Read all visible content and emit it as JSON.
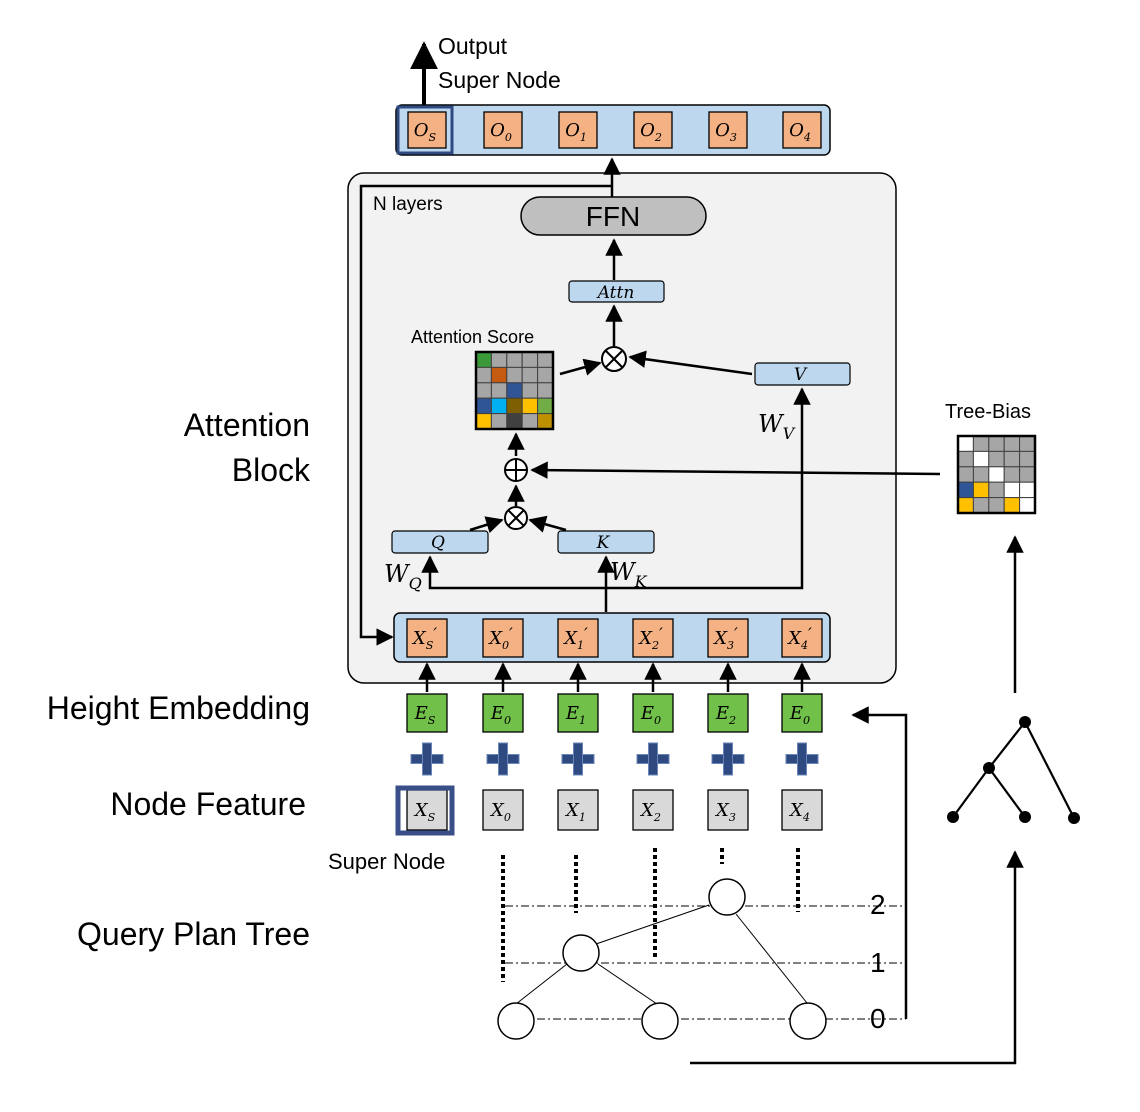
{
  "labels": {
    "output": "Output",
    "super_node_top": "Super Node",
    "n_layers": "N layers",
    "ffn": "FFN",
    "attn": "Attn",
    "attention_score": "Attention Score",
    "v": "V",
    "wv": "W",
    "wv_sub": "V",
    "tree_bias": "Tree-Bias",
    "q": "Q",
    "k": "K",
    "wq": "W",
    "wq_sub": "Q",
    "wk": "W",
    "wk_sub": "K",
    "attention_block_1": "Attention",
    "attention_block_2": "Block",
    "height_embedding": "Height Embedding",
    "node_feature": "Node Feature",
    "super_node_bottom": "Super Node",
    "query_plan_tree": "Query Plan Tree",
    "level_2": "2",
    "level_1": "1",
    "level_0": "0"
  },
  "outputs": [
    {
      "main": "O",
      "sub": "S"
    },
    {
      "main": "O",
      "sub": "0"
    },
    {
      "main": "O",
      "sub": "1"
    },
    {
      "main": "O",
      "sub": "2"
    },
    {
      "main": "O",
      "sub": "3"
    },
    {
      "main": "O",
      "sub": "4"
    }
  ],
  "xprime": [
    {
      "main": "X",
      "sub": "S",
      "prime": "′"
    },
    {
      "main": "X",
      "sub": "0",
      "prime": "′"
    },
    {
      "main": "X",
      "sub": "1",
      "prime": "′"
    },
    {
      "main": "X",
      "sub": "2",
      "prime": "′"
    },
    {
      "main": "X",
      "sub": "3",
      "prime": "′"
    },
    {
      "main": "X",
      "sub": "4",
      "prime": "′"
    }
  ],
  "embeddings": [
    {
      "main": "E",
      "sub": "S"
    },
    {
      "main": "E",
      "sub": "0"
    },
    {
      "main": "E",
      "sub": "1"
    },
    {
      "main": "E",
      "sub": "0"
    },
    {
      "main": "E",
      "sub": "2"
    },
    {
      "main": "E",
      "sub": "0"
    }
  ],
  "features": [
    {
      "main": "X",
      "sub": "S"
    },
    {
      "main": "X",
      "sub": "0"
    },
    {
      "main": "X",
      "sub": "1"
    },
    {
      "main": "X",
      "sub": "2"
    },
    {
      "main": "X",
      "sub": "3"
    },
    {
      "main": "X",
      "sub": "4"
    }
  ],
  "colors": {
    "orange": "#f4b183",
    "light_blue": "#bdd7ee",
    "green": "#70c04a",
    "gray_node": "#d9d9d9",
    "panel": "#f2f2f2",
    "ffn": "#bfbfbf",
    "navy": "#2f4a80",
    "super_border": "#3a4f8a"
  },
  "attention_score_grid": [
    [
      "#3a9a3a",
      "#a6a6a6",
      "#a6a6a6",
      "#a6a6a6",
      "#a6a6a6"
    ],
    [
      "#a6a6a6",
      "#c55a11",
      "#a6a6a6",
      "#a6a6a6",
      "#a6a6a6"
    ],
    [
      "#a6a6a6",
      "#a6a6a6",
      "#2f5597",
      "#a6a6a6",
      "#a6a6a6"
    ],
    [
      "#2f5597",
      "#00b0f0",
      "#7f6000",
      "#ffc000",
      "#70ad47"
    ],
    [
      "#ffc000",
      "#a6a6a6",
      "#404040",
      "#a6a6a6",
      "#bf9000"
    ]
  ],
  "tree_bias_grid": [
    [
      "#ffffff",
      "#a6a6a6",
      "#a6a6a6",
      "#a6a6a6",
      "#a6a6a6"
    ],
    [
      "#a6a6a6",
      "#ffffff",
      "#a6a6a6",
      "#a6a6a6",
      "#a6a6a6"
    ],
    [
      "#a6a6a6",
      "#a6a6a6",
      "#ffffff",
      "#a6a6a6",
      "#a6a6a6"
    ],
    [
      "#2f5597",
      "#ffc000",
      "#a6a6a6",
      "#ffffff",
      "#ffffff"
    ],
    [
      "#ffc000",
      "#a6a6a6",
      "#a6a6a6",
      "#ffc000",
      "#ffffff"
    ]
  ]
}
